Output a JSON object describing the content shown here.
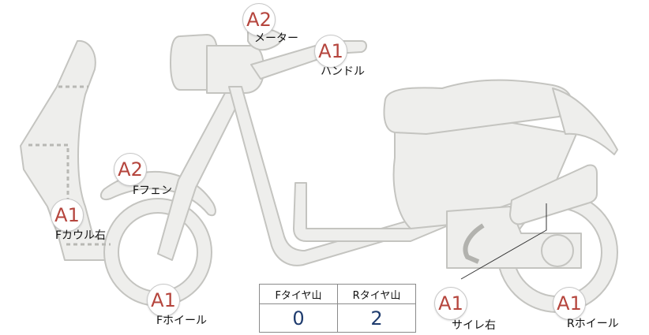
{
  "parts": [
    {
      "id": "meter",
      "grade": "A2",
      "label": "メーター"
    },
    {
      "id": "handle",
      "grade": "A1",
      "label": "ハンドル"
    },
    {
      "id": "ffender",
      "grade": "A2",
      "label": "Fフェン"
    },
    {
      "id": "fcowl",
      "grade": "A1",
      "label": "Fカウル右"
    },
    {
      "id": "fwheel",
      "grade": "A1",
      "label": "Fホイール"
    },
    {
      "id": "sidecover",
      "grade": "A1",
      "label": "サイレ右"
    },
    {
      "id": "rwheel",
      "grade": "A1",
      "label": "Rホイール"
    }
  ],
  "tread": {
    "front_label": "Fタイヤ山",
    "rear_label": "Rタイヤ山",
    "front_value": "0",
    "rear_value": "2"
  },
  "colors": {
    "grade": "#b5453d",
    "value": "#1f3c6e",
    "body_fill": "#eeeeec",
    "body_stroke": "#c4c4c0"
  }
}
